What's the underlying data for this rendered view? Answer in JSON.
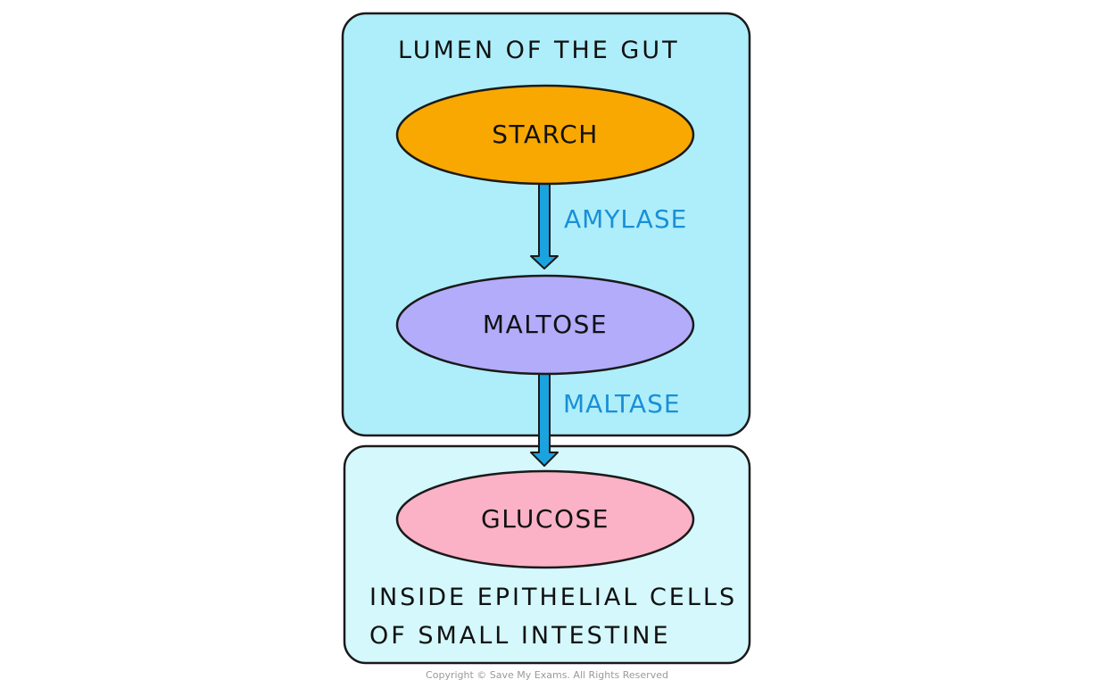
{
  "regions": {
    "lumen_label": "LUMEN OF THE GUT",
    "epithelial_label_line1": "INSIDE EPITHELIAL CELLS",
    "epithelial_label_line2": "OF SMALL INTESTINE"
  },
  "nodes": {
    "starch": "STARCH",
    "maltose": "MALTOSE",
    "glucose": "GLUCOSE"
  },
  "enzymes": {
    "amylase": "AMYLASE",
    "maltase": "MALTASE"
  },
  "copyright": "Copyright © Save My Exams. All Rights Reserved",
  "colors": {
    "lumen_fill": "#aeeefa",
    "epithelial_fill": "#d4f8fc",
    "starch_fill": "#f8a800",
    "maltose_fill": "#b2acfa",
    "glucose_fill": "#fbb2c6",
    "arrow_fill": "#1ba3e0",
    "enzyme_text": "#1a8fd6",
    "outline": "#1a1a1a"
  }
}
